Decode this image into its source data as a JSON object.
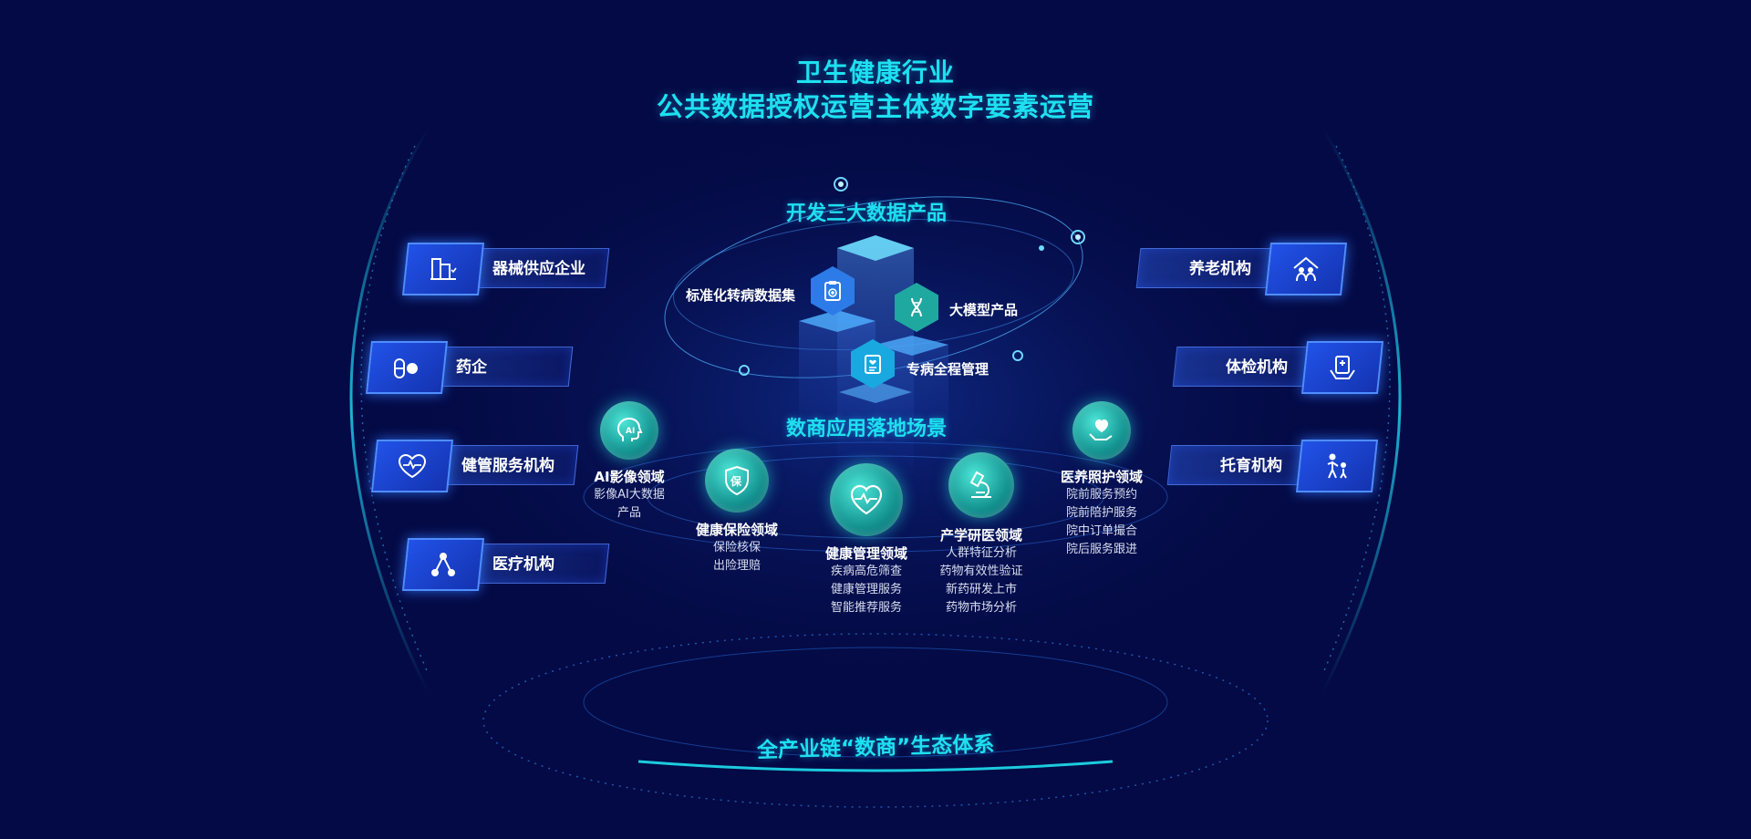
{
  "title": {
    "line1": "卫生健康行业",
    "line2": "公共数据授权运营主体数字要素运营"
  },
  "products": {
    "heading": "开发三大数据产品",
    "items": [
      {
        "label": "标准化转病数据集",
        "icon": "clipboard-plus-icon"
      },
      {
        "label": "大模型产品",
        "icon": "dna-icon"
      },
      {
        "label": "专病全程管理",
        "icon": "medical-report-icon"
      }
    ]
  },
  "scenes": {
    "heading": "数商应用落地场景",
    "items": [
      {
        "title": "AI影像领域",
        "lines": [
          "影像AI大数据",
          "产品"
        ],
        "icon": "ai-head-icon"
      },
      {
        "title": "健康保险领域",
        "lines": [
          "保险核保",
          "出险理赔"
        ],
        "icon": "shield-bao-icon"
      },
      {
        "title": "健康管理领域",
        "lines": [
          "疾病高危筛查",
          "健康管理服务",
          "智能推荐服务"
        ],
        "icon": "heart-pulse-icon"
      },
      {
        "title": "产学研医领域",
        "lines": [
          "人群特征分析",
          "药物有效性验证",
          "新药研发上市",
          "药物市场分析"
        ],
        "icon": "microscope-icon"
      },
      {
        "title": "医养照护领域",
        "lines": [
          "院前服务预约",
          "院前陪护服务",
          "院中订单撮合",
          "院后服务跟进"
        ],
        "icon": "hands-heart-icon"
      }
    ]
  },
  "left_institutions": [
    {
      "label": "器械供应企业",
      "icon": "equipment-icon"
    },
    {
      "label": "药企",
      "icon": "pill-icon"
    },
    {
      "label": "健管服务机构",
      "icon": "heart-care-icon"
    },
    {
      "label": "医疗机构",
      "icon": "network-nodes-icon"
    }
  ],
  "right_institutions": [
    {
      "label": "养老机构",
      "icon": "elder-home-icon"
    },
    {
      "label": "体检机构",
      "icon": "checkup-icon"
    },
    {
      "label": "托育机构",
      "icon": "childcare-icon"
    }
  ],
  "ecosystem": "全产业链“数商”生态体系",
  "colors": {
    "background": "#040a45",
    "accent": "#1ee0f0",
    "card_blue": "#2152e8",
    "teal": "#12918f"
  }
}
